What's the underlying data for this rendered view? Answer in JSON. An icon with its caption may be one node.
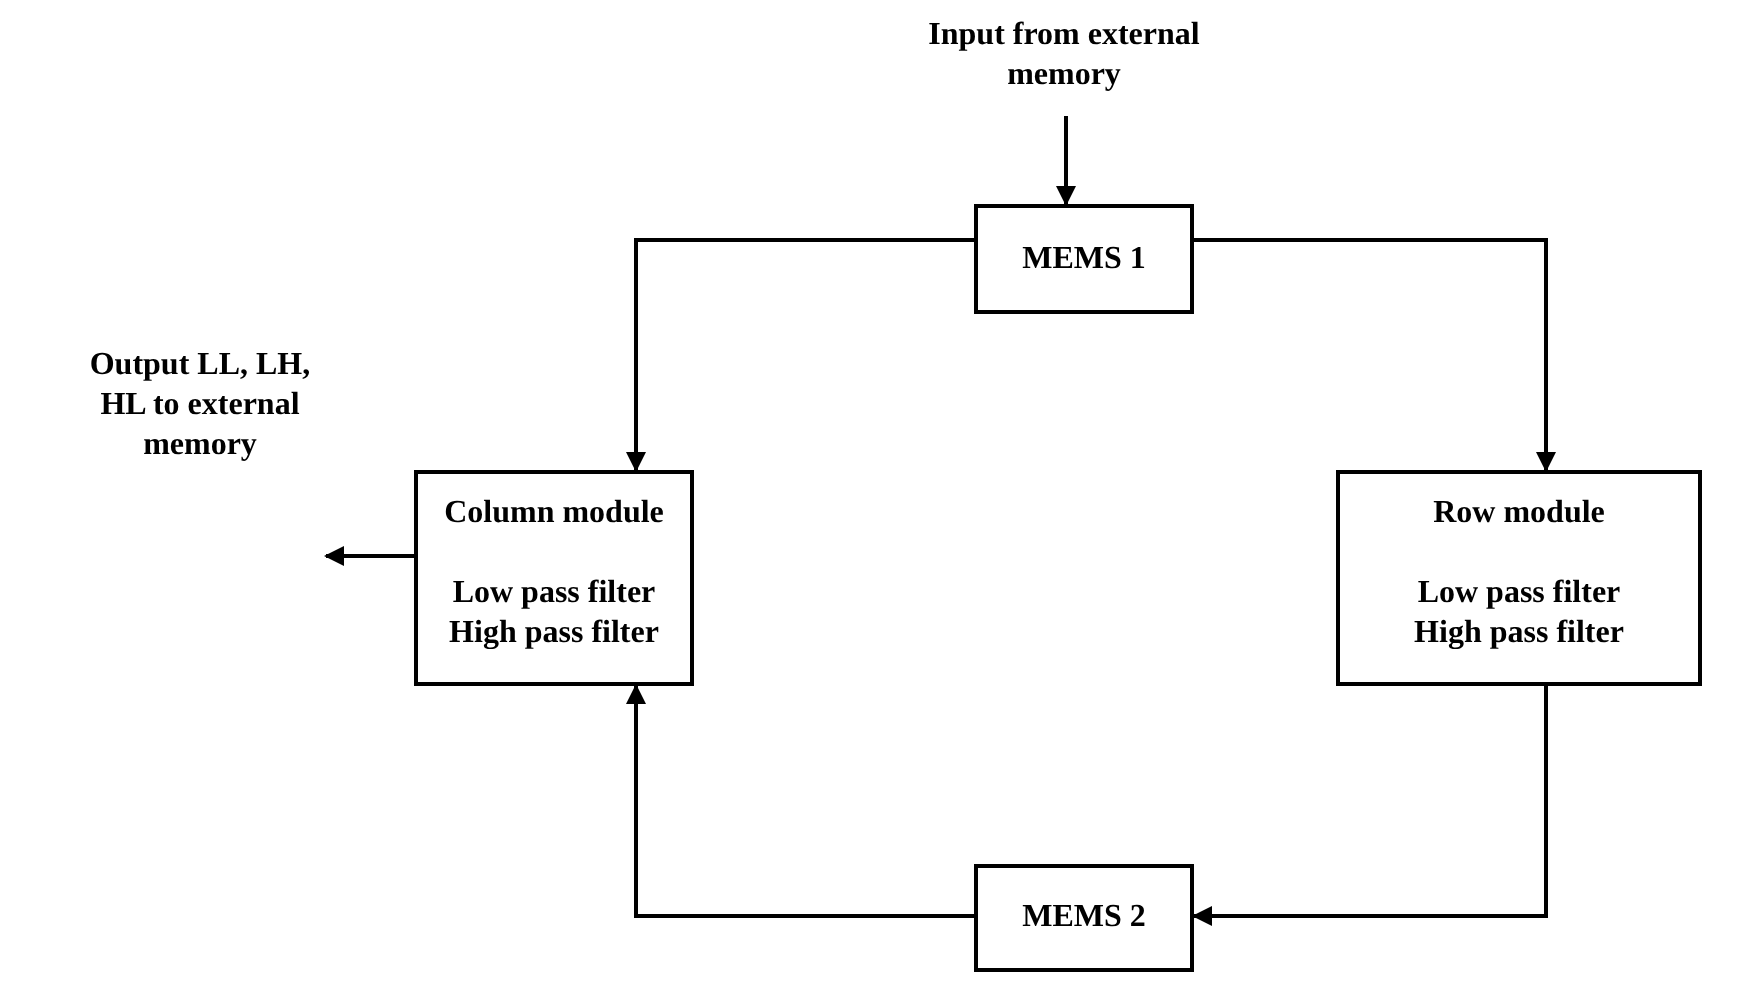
{
  "diagram": {
    "nodes": [
      {
        "text": [
          "Input from external memory"
        ]
      },
      {
        "text": [
          "MEMS 1"
        ]
      },
      {
        "text": [
          "Column module",
          "Low pass filter High pass filter"
        ]
      },
      {
        "text": [
          "Row module",
          "Low pass filter High pass filter"
        ]
      },
      {
        "text": [
          "MEMS 2"
        ]
      },
      {
        "text": [
          "Output LL, LH, HL to external memory"
        ]
      }
    ],
    "edges": [
      {
        "from": 0,
        "to": 1,
        "arrow": "to"
      },
      {
        "from": 1,
        "to": 2,
        "arrow": "to"
      },
      {
        "from": 1,
        "to": 3,
        "arrow": "to"
      },
      {
        "from": 3,
        "to": 4,
        "arrow": "to"
      },
      {
        "from": 4,
        "to": 2,
        "arrow": "to"
      },
      {
        "from": 2,
        "to": 5,
        "arrow": "to"
      }
    ]
  }
}
